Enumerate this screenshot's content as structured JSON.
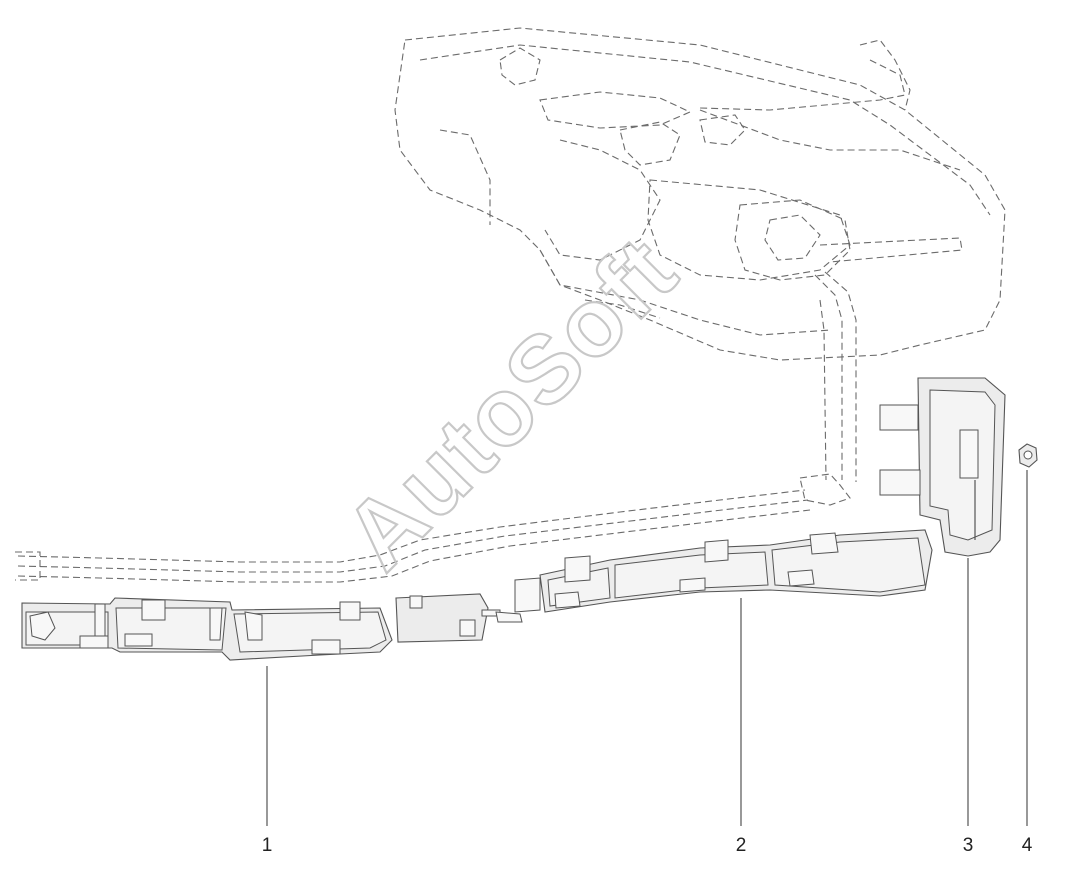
{
  "watermark": "AutoSoft",
  "callouts": [
    {
      "id": "1",
      "label": "1"
    },
    {
      "id": "2",
      "label": "2"
    },
    {
      "id": "3",
      "label": "3"
    },
    {
      "id": "4",
      "label": "4"
    }
  ]
}
